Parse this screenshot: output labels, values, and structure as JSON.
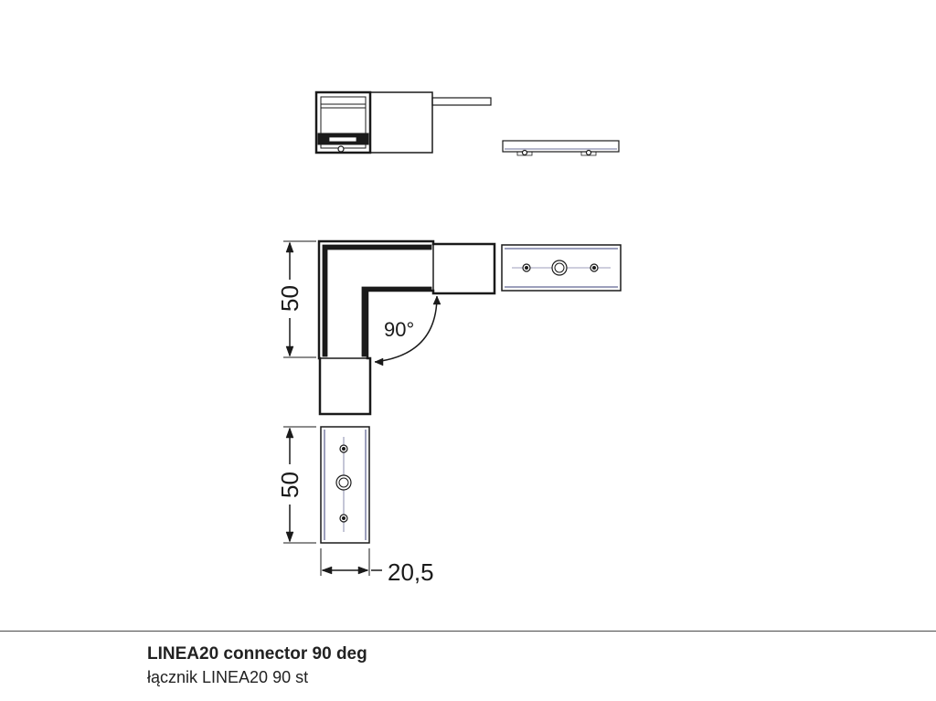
{
  "drawing": {
    "dimension_top": "50",
    "dimension_bottom": "50",
    "dimension_width": "20,5",
    "angle_label": "90°"
  },
  "caption": {
    "name_en": "LINEA20 connector 90 deg",
    "name_pl": "łącznik LINEA20 90 st"
  },
  "colors": {
    "line": "#1a1a1a",
    "accent_blue": "#3a3f78",
    "rule": "#4a4a4a"
  }
}
